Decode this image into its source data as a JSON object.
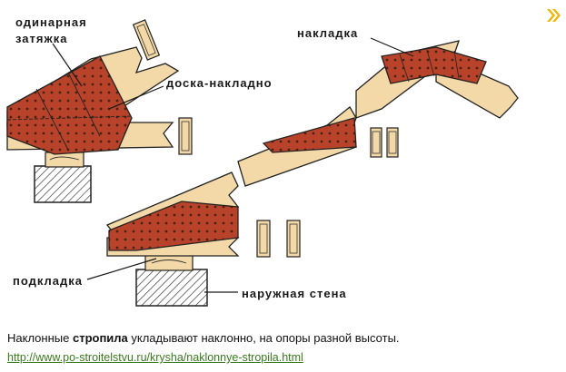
{
  "labels": {
    "single_tie": [
      "одинарная",
      "затяжка"
    ],
    "board_overlay": "доска-накладно",
    "overlay": "накладка",
    "pad": "подкладка",
    "outer_wall": "наружная стена"
  },
  "caption": {
    "prefix": "Наклонные ",
    "bold": "стропила",
    "suffix": " укладывают наклонно, на опоры разной высоты."
  },
  "link": "http://www.po-stroitelstvu.ru/krysha/naklonnye-stropila.html",
  "colors": {
    "wood": "#f3d9a8",
    "overlay": "#b8432a",
    "outline": "#2a2a2a",
    "link": "#3a7a1e",
    "accent": "#f2b400"
  },
  "icons": {
    "next": "double-chevron-right-icon"
  }
}
